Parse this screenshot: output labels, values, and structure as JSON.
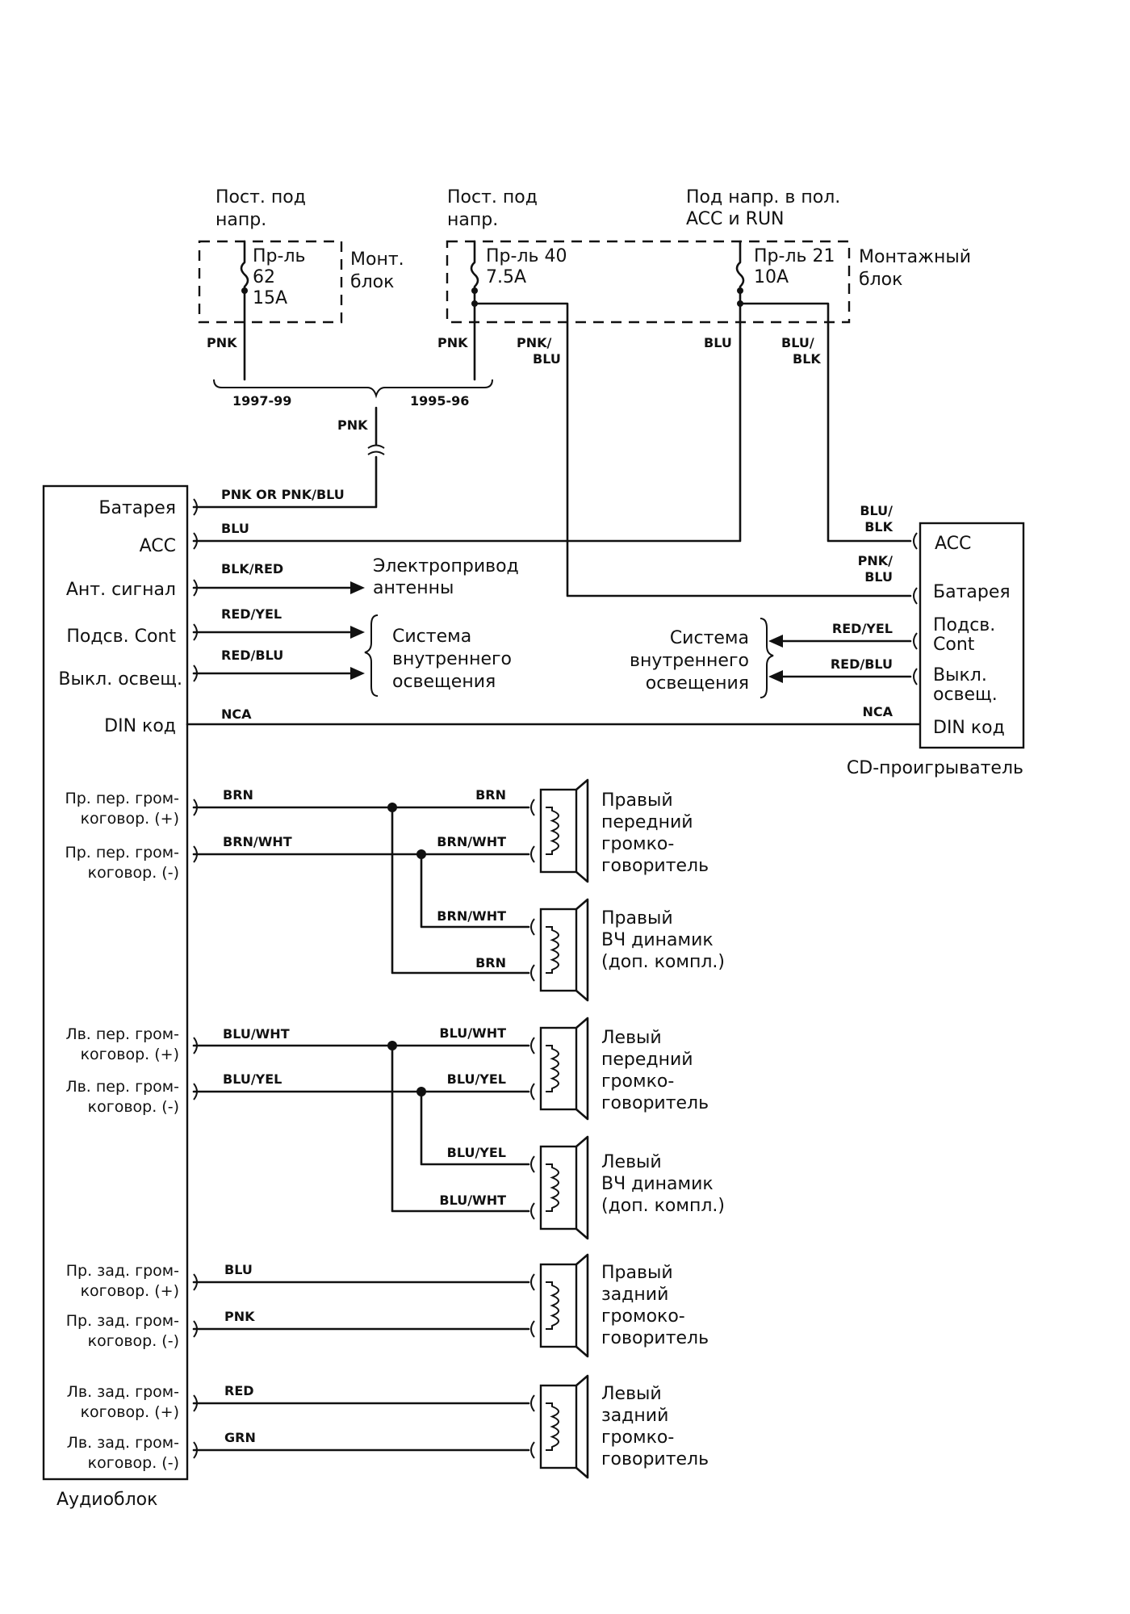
{
  "fuse_blocks": {
    "left": {
      "supply_label": [
        "Пост. под",
        "напр."
      ],
      "fuse": [
        "Пр-ль",
        "62",
        "15A"
      ],
      "block_label": [
        "Монт.",
        "блок"
      ]
    },
    "right": {
      "supply_label_1": [
        "Пост. под",
        "напр."
      ],
      "supply_label_2": [
        "Под напр. в пол.",
        "ACC и RUN"
      ],
      "fuse_1": [
        "Пр-ль 40",
        "7.5A"
      ],
      "fuse_2": [
        "Пр-ль 21",
        "10A"
      ],
      "block_label": [
        "Монтажный",
        "блок"
      ]
    }
  },
  "wires": {
    "pnk_left": "PNK",
    "pnk_right": "PNK",
    "pnk_blu": [
      "PNK/",
      "BLU"
    ],
    "blu": "BLU",
    "blu_blk": [
      "BLU/",
      "BLK"
    ],
    "year_left": "1997-99",
    "year_right": "1995-96",
    "pnk_mid": "PNK",
    "battery": "PNK OR PNK/BLU",
    "acc": "BLU",
    "antenna": "BLK/RED",
    "dim": "RED/YEL",
    "lights_off": "RED/BLU",
    "din": "NCA",
    "cd_acc": [
      "BLU/",
      "BLK"
    ],
    "cd_batt": [
      "PNK/",
      "BLU"
    ],
    "cd_dim": "RED/YEL",
    "cd_lights_off": "RED/BLU",
    "cd_din": "NCA"
  },
  "audio_unit": {
    "name": "Аудиоблок",
    "pins": {
      "battery": "Батарея",
      "acc": "ACC",
      "antenna": "Ант. сигнал",
      "dim": "Подсв. Cont",
      "lights_off": "Выкл. освещ.",
      "din": "DIN код",
      "rf_plus": [
        "Пр. пер. гром-",
        "коговор. (+)"
      ],
      "rf_minus": [
        "Пр. пер. гром-",
        "коговор. (-)"
      ],
      "lf_plus": [
        "Лв. пер. гром-",
        "коговор. (+)"
      ],
      "lf_minus": [
        "Лв. пер. гром-",
        "коговор. (-)"
      ],
      "rr_plus": [
        "Пр. зад. гром-",
        "коговор. (+)"
      ],
      "rr_minus": [
        "Пр. зад. гром-",
        "коговор. (-)"
      ],
      "lr_plus": [
        "Лв. зад. гром-",
        "коговор. (+)"
      ],
      "lr_minus": [
        "Лв. зад. гром-",
        "коговор. (-)"
      ]
    }
  },
  "cd_player": {
    "name": "CD-проигрыватель",
    "pins": {
      "acc": "ACC",
      "battery": "Батарея",
      "dim": [
        "Подсв.",
        "Cont"
      ],
      "lights_off": [
        "Выкл.",
        "освещ."
      ],
      "din": "DIN код"
    }
  },
  "targets": {
    "antenna": [
      "Электропривод",
      "антенны"
    ],
    "lighting_left": [
      "Система",
      "внутреннего",
      "освещения"
    ],
    "lighting_right": [
      "Система",
      "внутреннего",
      "освещения"
    ]
  },
  "speakers": {
    "rf": {
      "label": [
        "Правый",
        "передний",
        "громко-",
        "говоритель"
      ],
      "wire_plus": "BRN",
      "wire_minus": "BRN/WHT"
    },
    "rt": {
      "label": [
        "Правый",
        "ВЧ динамик",
        "(доп. компл.)"
      ],
      "wire_top": "BRN/WHT",
      "wire_bottom": "BRN"
    },
    "lf": {
      "label": [
        "Левый",
        "передний",
        "громко-",
        "говоритель"
      ],
      "wire_plus": "BLU/WHT",
      "wire_minus": "BLU/YEL"
    },
    "lt": {
      "label": [
        "Левый",
        "ВЧ динамик",
        "(доп. компл.)"
      ],
      "wire_top": "BLU/YEL",
      "wire_bottom": "BLU/WHT"
    },
    "rr": {
      "label": [
        "Правый",
        "задний",
        "громоко-",
        "говоритель"
      ],
      "wire_plus": "BLU",
      "wire_minus": "PNK"
    },
    "lr": {
      "label": [
        "Левый",
        "задний",
        "громко-",
        "говоритель"
      ],
      "wire_plus": "RED",
      "wire_minus": "GRN"
    }
  },
  "source_wires": {
    "rf_plus": "BRN",
    "rf_minus": "BRN/WHT",
    "lf_plus": "BLU/WHT",
    "lf_minus": "BLU/YEL"
  }
}
